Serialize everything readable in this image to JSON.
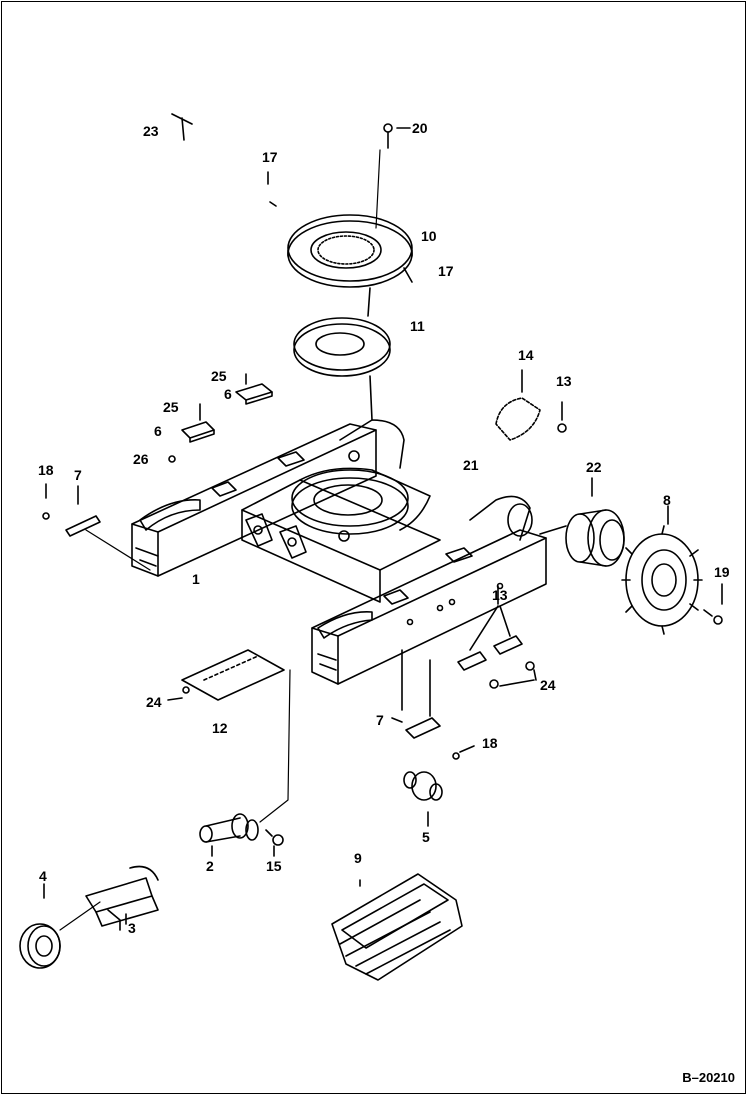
{
  "diagram": {
    "figure_ref": "B–20210",
    "labels": {
      "l1": "1",
      "l2": "2",
      "l3": "3",
      "l4": "4",
      "l5": "5",
      "l6a": "6",
      "l6b": "6",
      "l7a": "7",
      "l7b": "7",
      "l8": "8",
      "l9": "9",
      "l10": "10",
      "l11": "11",
      "l12": "12",
      "l13a": "13",
      "l13b": "13",
      "l14": "14",
      "l15": "15",
      "l17a": "17",
      "l17b": "17",
      "l18a": "18",
      "l18b": "18",
      "l19": "19",
      "l20": "20",
      "l21": "21",
      "l22": "22",
      "l23": "23",
      "l24a": "24",
      "l24b": "24",
      "l25a": "25",
      "l25b": "25",
      "l26": "26"
    },
    "colors": {
      "ink": "#000000",
      "paper": "#ffffff"
    }
  }
}
